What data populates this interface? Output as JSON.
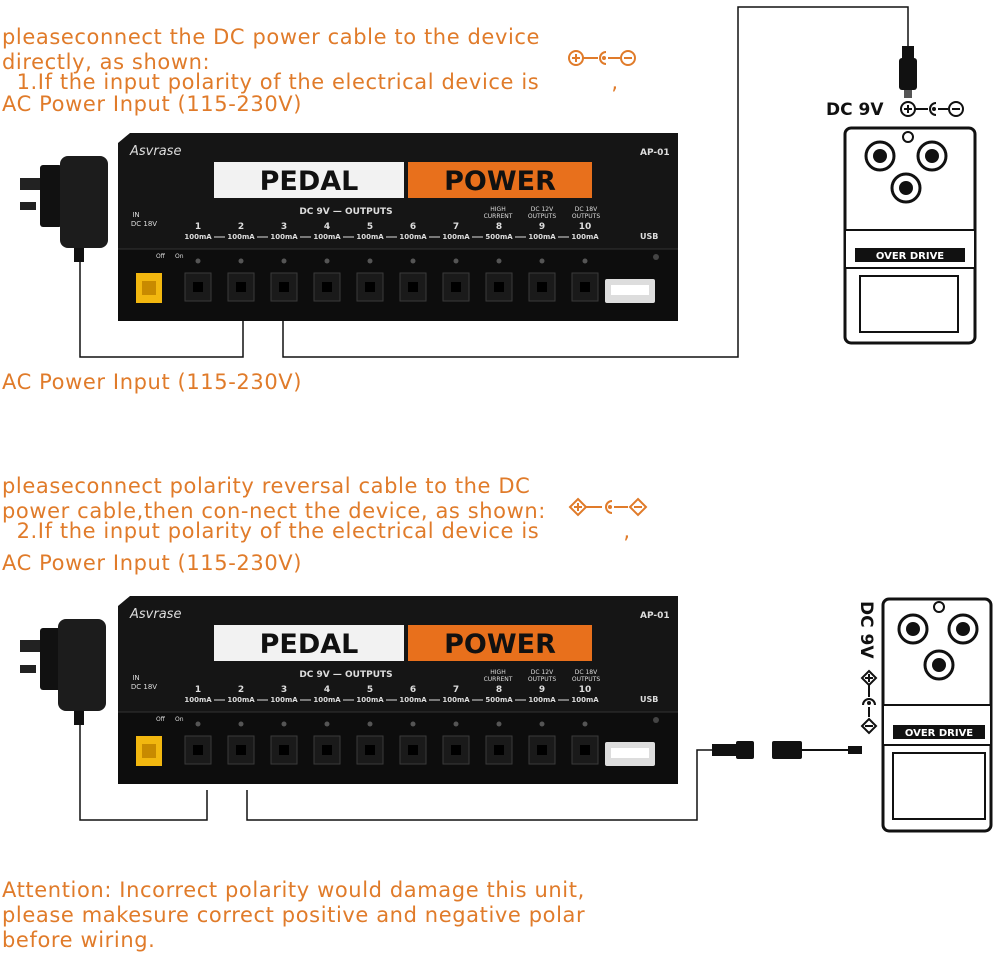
{
  "section1": {
    "text_line1": "1.If the input polarity of the electrical device is",
    "text_line1_end": ",",
    "text_line2": "pleaseconnect the DC power cable to the device",
    "text_line3": "directly, as shown:",
    "ac_label_top": "AC Power Input (115-230V)",
    "ac_label_bottom": "AC Power Input (115-230V)",
    "pedal_dc_label": "DC 9V"
  },
  "section2": {
    "text_line1": "2.If the input polarity of the electrical device is",
    "text_line1_end": ",",
    "text_line2": "pleaseconnect polarity reversal cable to the DC",
    "text_line3": "power cable,then con-nect the device, as shown:",
    "ac_label_top": "AC Power Input (115-230V)",
    "pedal_dc_label": "DC 9V"
  },
  "attention": {
    "line1": "Attention: Incorrect polarity would damage this unit,",
    "line2": "please makesure correct positive and negative polar",
    "line3": "before wiring."
  },
  "unit": {
    "brand": "Asvrase",
    "model": "AP-01",
    "title_left": "PEDAL",
    "title_right": "POWER",
    "outputs_header": "DC 9V  —  OUTPUTS",
    "in_label": "IN",
    "in_voltage": "DC 18V",
    "high_current": "HIGH CURRENT",
    "dc12": "DC 12V OUTPUTS",
    "dc18": "DC 18V OUTPUTS",
    "usb": "USB",
    "switch_off": "Off",
    "switch_on": "On",
    "output_numbers": [
      "1",
      "2",
      "3",
      "4",
      "5",
      "6",
      "7",
      "8",
      "9",
      "10"
    ],
    "output_currents": [
      "100mA",
      "100mA",
      "100mA",
      "100mA",
      "100mA",
      "100mA",
      "100mA",
      "500mA",
      "100mA",
      "100mA"
    ]
  },
  "pedal": {
    "name": "OVER DRIVE"
  },
  "colors": {
    "text_orange": "#e07b2a",
    "title_orange": "#e8701c",
    "unit_body": "#1a1a1a"
  }
}
